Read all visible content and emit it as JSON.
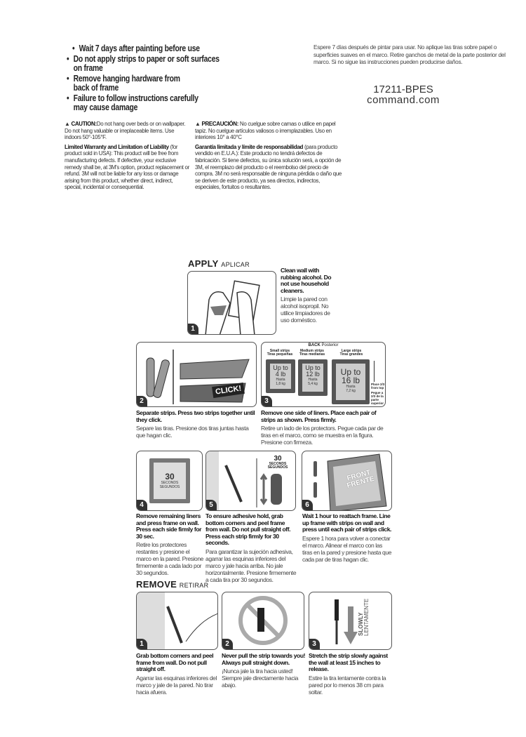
{
  "warnings_en": [
    "Wait 7 days after painting before use",
    "Do not apply strips to paper or soft surfaces on frame",
    "Remove hanging hardware from back of frame",
    "Failure to follow instructions carefully may cause damage"
  ],
  "warnings_es": "Espere 7 días después de pintar para usar. No aplique las tiras sobre papel o superficies suaves en el marco. Retire ganchos de metal de la parte posterior del marco. Si no sigue las instrucciones pueden producirse daños.",
  "product_code": "17211-BPES",
  "website": "command.com",
  "caution": {
    "label": "CAUTION:",
    "text": "Do not hang over beds or on wallpaper. Do not hang valuable or irreplaceable items. Use indoors 50°-105°F."
  },
  "warranty": {
    "label": "Limited Warranty and Limitation of Liability",
    "text": " (for product sold in USA): This product will be free from manufacturing defects. If defective, your exclusive remedy shall be, at 3M's option, product replacement or refund. 3M will not be liable for any loss or damage arising from this product, whether direct, indirect, special, incidental or consequential."
  },
  "precaucion": {
    "label": "PRECAUCIÓN:",
    "text": " No cuelgue sobre camas o utilice en papel tapiz. No cuelgue artículos valiosos o irremplazables. Uso en interiores 10° a 40°C"
  },
  "garantia": {
    "label": "Garantía limitada y límite de responsabilidad",
    "text": " (para producto vendido en E.U.A.): Este producto no tendrá defectos de fabricación. Si tiene defectos, su única solución será, a opción de 3M, el reemplazo del producto o el reembolso del precio de compra. 3M no será responsable de ninguna pérdida o daño que se deriven de este producto, ya sea directos, indirectos, especiales, fortuitos o resultantes."
  },
  "apply": {
    "title": "APPLY",
    "title_es": "APLICAR",
    "steps": [
      {
        "num": "1",
        "en": "Clean wall with rubbing alcohol. Do not use household cleaners.",
        "es": "Limpie la pared con alcohol isopropil. No utilice limpiadores de uso doméstico."
      },
      {
        "num": "2",
        "en": "Separate strips. Press two strips together until they click.",
        "es": "Separe las tiras. Presione dos tiras juntas hasta que hagan clic.",
        "click": "CLICK!"
      },
      {
        "num": "3",
        "en": "Remove one side of liners. Place each pair of strips as shown. Press firmly.",
        "es": "Retire un lado de los protectors. Pegue cada par de tiras en el marco, como se muestra en la figura. Presione con firmeza."
      },
      {
        "num": "4",
        "en": "Remove remaining liners and press frame on wall. Press each side firmly for 30 sec.",
        "es": "Retire los protectores restantes y presione el marco en la pared. Presione firmemente a cada lado por 30 segundos."
      },
      {
        "num": "5",
        "en": "To ensure adhesive hold, grab bottom corners and peel frame from wall. Do not pull straight off. Press each strip firmly for 30 seconds.",
        "es": "Para garantizar la sujeción adhesiva, agarrar las esquinas inferiores del marco y jale hacia arriba. No jale horizontalmente. Presione firmemente a cada tira por 30 segundos."
      },
      {
        "num": "6",
        "en": "Wait 1 hour to reattach frame. Line up frame with strips on wall and press until each pair of strips click.",
        "es": "Espere 1 hora para volver a conectar el marco. Alinear el marco con las tiras en la pared y presione hasta que cada par de tiras hagan clic."
      }
    ],
    "back": {
      "label": "BACK",
      "label_es": "Posterior",
      "sizes": [
        {
          "en": "Small strips",
          "es": "Tiras pequeñas",
          "cap": "Up to",
          "lb": "4 lb",
          "hasta": "Hasta",
          "kg": "1,8 kg"
        },
        {
          "en": "Medium strips",
          "es": "Tiras medianas",
          "cap": "Up to",
          "lb": "12 lb",
          "hasta": "Hasta",
          "kg": "5,4 kg"
        },
        {
          "en": "Large strips",
          "es": "Tiras grandes",
          "cap": "Up to",
          "lb": "16 lb",
          "hasta": "Hasta",
          "kg": "7,2 kg"
        }
      ],
      "place_en": "Place 2/3 from top",
      "place_es": "Pegue a 2/3 de la parte superior"
    },
    "seconds": {
      "n": "30",
      "en": "SECONDS",
      "es": "SEGUNDOS"
    },
    "front": {
      "en": "FRONT",
      "es": "FRENTE"
    }
  },
  "remove": {
    "title": "REMOVE",
    "title_es": "RETIRAR",
    "steps": [
      {
        "num": "1",
        "en": "Grab bottom corners and peel frame from wall. Do not pull straight off.",
        "es": "Agarrar las esquinas inferiores del marco y jale de la pared. No tirar hacia afuera."
      },
      {
        "num": "2",
        "en": "Never pull the strip towards you! Always pull straight down.",
        "es": "¡Nunca jale la tira hacia usted! Siempre jale directamente hacia abajo."
      },
      {
        "num": "3",
        "en": "Stretch the strip slowly against the wall at least 15 inches to release.",
        "es": "Estire la tira lentamente contra la pared por lo menos 38 cm para soltar.",
        "slowly": "SLOWLY",
        "lentamente": "LENTAMENTE"
      }
    ]
  }
}
